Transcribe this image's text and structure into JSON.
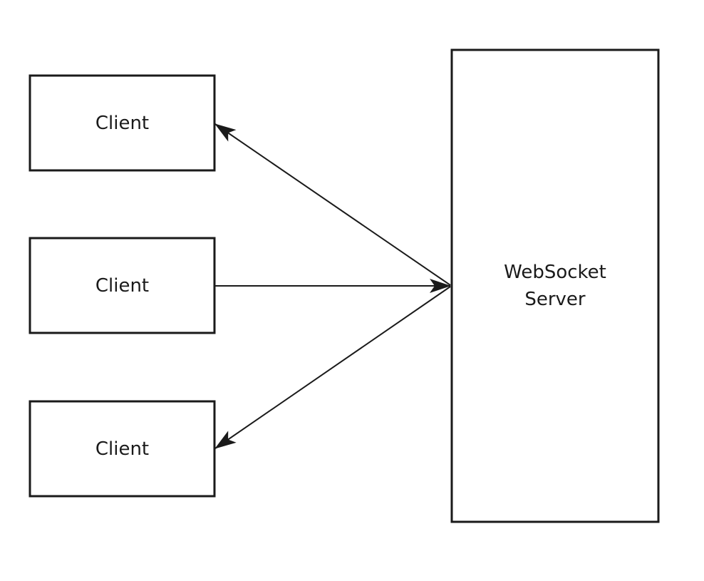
{
  "diagram": {
    "nodes": {
      "client_1": {
        "label": "Client"
      },
      "client_2": {
        "label": "Client"
      },
      "client_3": {
        "label": "Client"
      },
      "server": {
        "label": "WebSocket\nServer"
      }
    },
    "edges": [
      {
        "from": "server",
        "to": "client_1",
        "arrow": "end"
      },
      {
        "from": "client_2",
        "to": "server",
        "arrow": "end"
      },
      {
        "from": "server",
        "to": "client_3",
        "arrow": "end"
      }
    ],
    "colors": {
      "stroke": "#1a1a1a",
      "fill": "#ffffff",
      "text": "#1a1a1a"
    }
  }
}
